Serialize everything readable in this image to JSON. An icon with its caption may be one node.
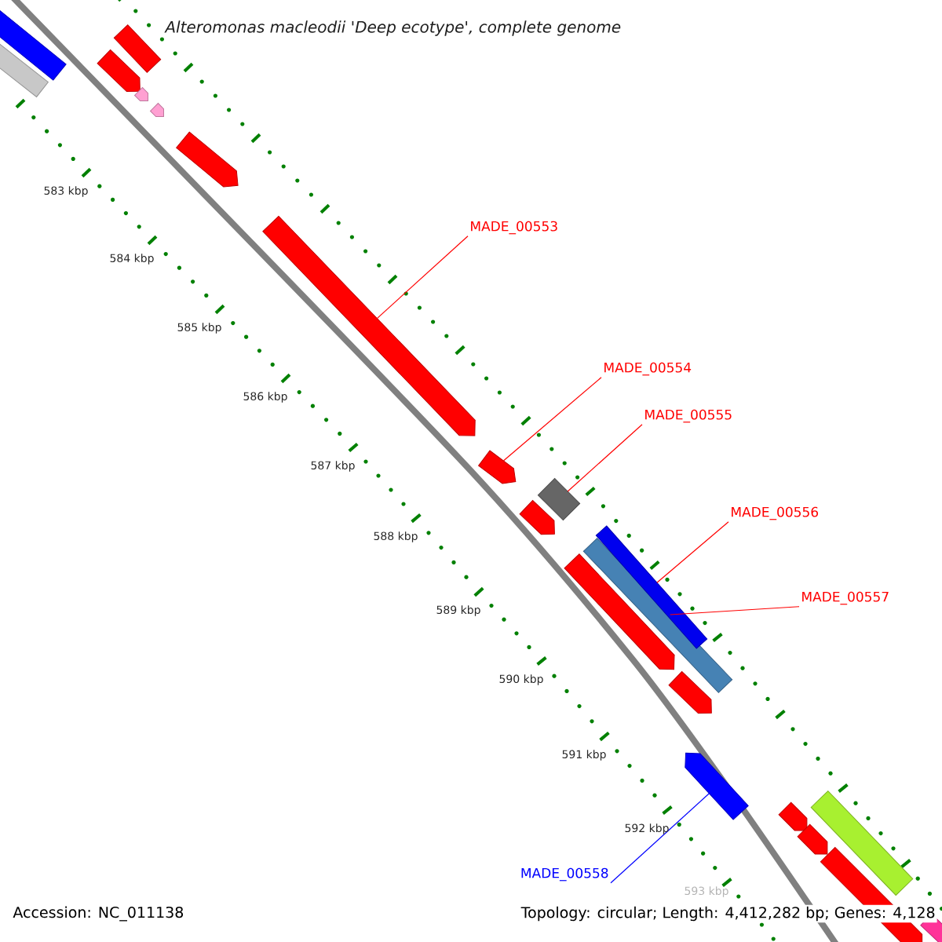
{
  "diagram": {
    "title": "Alteromonas macleodii 'Deep ecotype', complete genome",
    "nodes": [
      {
        "text": [
          "MADE_00553"
        ]
      },
      {
        "text": [
          "MADE_00554"
        ]
      },
      {
        "text": [
          "MADE_00555"
        ]
      },
      {
        "text": [
          "MADE_00556"
        ]
      },
      {
        "text": [
          "MADE_00557"
        ]
      },
      {
        "text": [
          "MADE_00558"
        ]
      },
      {
        "text": [],
        "shape": "bar"
      },
      {
        "text": [],
        "shape": "bar"
      },
      {
        "text": [],
        "shape": "bar"
      },
      {
        "text": [],
        "shape": "bar"
      },
      {
        "text": [],
        "shape": "bar"
      },
      {
        "text": [],
        "shape": "bar"
      },
      {
        "text": [],
        "shape": "bar"
      },
      {
        "text": [],
        "shape": "bar"
      },
      {
        "text": [],
        "shape": "bar"
      },
      {
        "text": [],
        "shape": "bar"
      },
      {
        "text": [],
        "shape": "bar"
      },
      {
        "text": [],
        "shape": "bar"
      },
      {
        "text": [],
        "shape": "bar"
      },
      {
        "text": [],
        "shape": "bar"
      },
      {
        "text": [],
        "shape": "bar"
      },
      {
        "text": [],
        "shape": "bar"
      },
      {
        "text": [],
        "shape": "bar"
      },
      {
        "text": [],
        "shape": "bar"
      },
      {
        "text": [],
        "shape": "bar"
      },
      {
        "text": [],
        "shape": "bar"
      },
      {
        "text": [],
        "shape": "bar"
      }
    ],
    "edges": [
      {
        "from": 0,
        "to": 13,
        "arrow": "none"
      },
      {
        "from": 1,
        "to": 14,
        "arrow": "none"
      },
      {
        "from": 2,
        "to": 15,
        "arrow": "none"
      },
      {
        "from": 3,
        "to": 17,
        "arrow": "none"
      },
      {
        "from": 4,
        "to": 18,
        "arrow": "none"
      },
      {
        "from": 5,
        "to": 21,
        "arrow": "none",
        "color": "#0000ff"
      }
    ],
    "labels": [
      "583 kbp",
      "584 kbp",
      "585 kbp",
      "586 kbp",
      "587 kbp",
      "588 kbp",
      "589 kbp",
      "590 kbp",
      "591 kbp",
      "592 kbp",
      "593 kbp",
      "Accession: NC_011138",
      "Topology: circular; Length: 4,412,282 bp; Genes: 4,128"
    ]
  }
}
